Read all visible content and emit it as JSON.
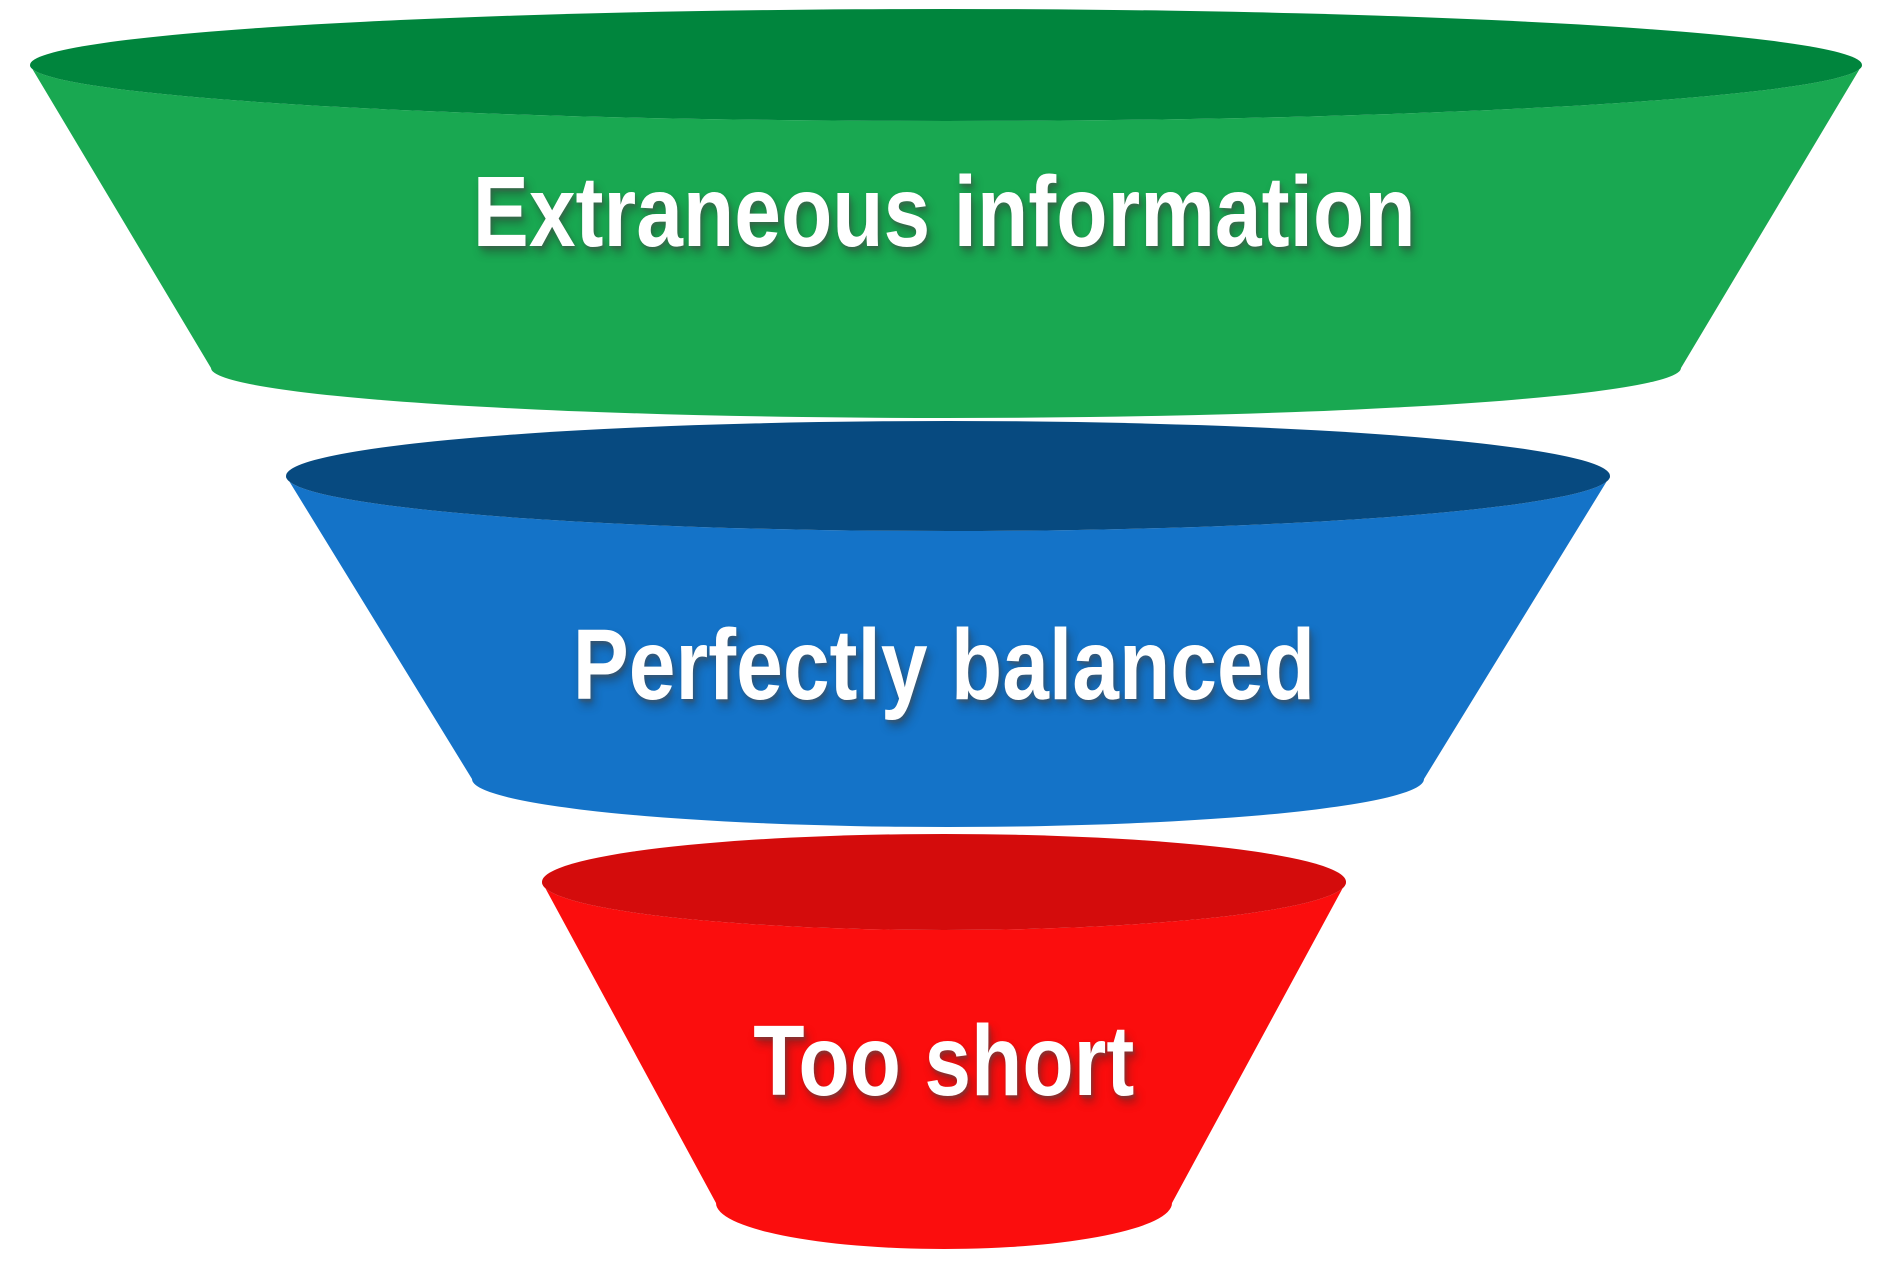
{
  "diagram": {
    "type": "funnel",
    "orientation": "inverted",
    "background_color": "#ffffff",
    "label_text_color": "#ffffff",
    "tiers": [
      {
        "position": "top",
        "label": "Extraneous information",
        "rim_color": "#00853d",
        "body_color": "#19a851"
      },
      {
        "position": "middle",
        "label": "Perfectly balanced",
        "rim_color": "#074a80",
        "body_color": "#1473c8"
      },
      {
        "position": "bottom",
        "label": "Too short",
        "rim_color": "#d40c0c",
        "body_color": "#fb0d0d"
      }
    ]
  }
}
